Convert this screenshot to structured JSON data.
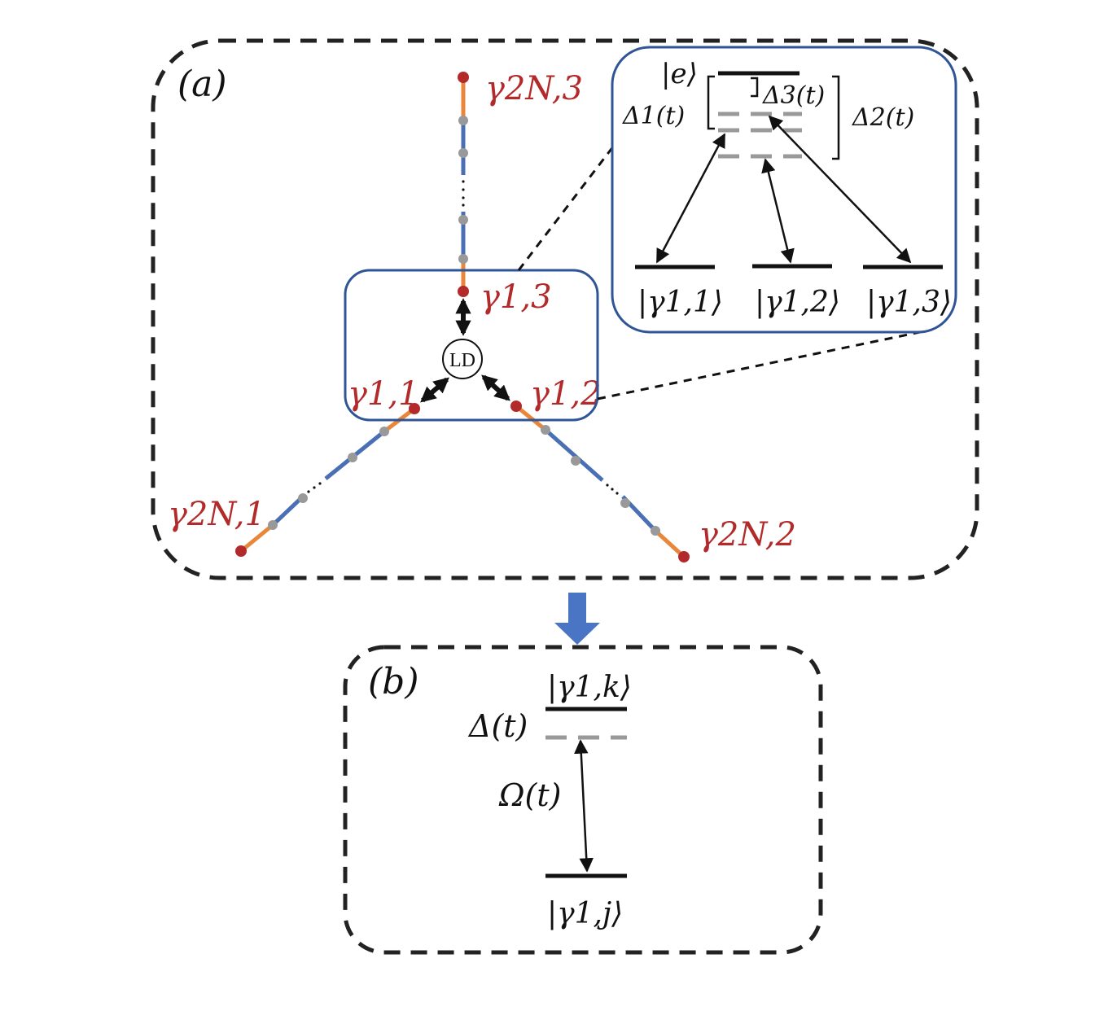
{
  "panel_a": {
    "label": "(a)",
    "chain_ends": {
      "chain3_far": "γ2N,3",
      "chain3_near": "γ1,3",
      "chain1_near": "γ1,1",
      "chain1_far": "γ2N,1",
      "chain2_near": "γ1,2",
      "chain2_far": "γ2N,2"
    },
    "junction_label": "LD",
    "inset": {
      "excited_state": "|e⟩",
      "detunings": [
        "Δ1(t)",
        "Δ2(t)",
        "Δ3(t)"
      ],
      "ground_states": [
        "|γ1,1⟩",
        "|γ1,2⟩",
        "|γ1,3⟩"
      ]
    }
  },
  "panel_b": {
    "label": "(b)",
    "upper_state": "|γ1,k⟩",
    "lower_state": "|γ1,j⟩",
    "detuning": "Δ(t)",
    "coupling": "Ω(t)"
  },
  "colors": {
    "majorana": "#b22a2a",
    "intra_cell_bond": "#e8873a",
    "inter_cell_bond": "#4a6fb5",
    "site": "#999999",
    "box_border": "#2f5597",
    "down_arrow": "#4a74c4"
  }
}
